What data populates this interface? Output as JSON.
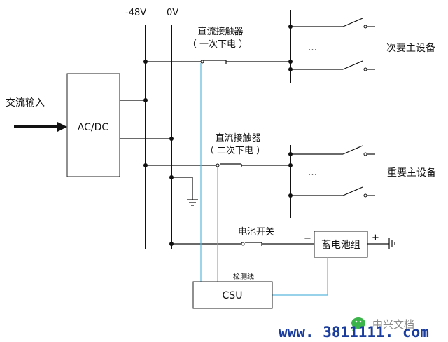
{
  "labels": {
    "neg48v": "-48V",
    "zero_v": "0V",
    "ac_input": "交流输入",
    "acdc": "AC/DC",
    "contactor1_name": "直流接触器",
    "contactor1_sub": "（ 一次下电 ）",
    "contactor2_name": "直流接触器",
    "contactor2_sub": "（ 二次下电 ）",
    "ellipsis1": "…",
    "ellipsis2": "…",
    "load1": "次要主设备",
    "load2": "重要主设备",
    "battery_switch": "电池开关",
    "battery": "蓄电池组",
    "minus": "−",
    "plus": "+",
    "detect_line": "检测线",
    "csu": "CSU"
  },
  "watermark": {
    "brand": "中兴文档",
    "website": "www. 3811111. com"
  },
  "colors": {
    "wire": "#111111",
    "detect_line": "#5ab7dd",
    "website": "#1a3c9c",
    "wechat_logo": "#3bb54a"
  }
}
